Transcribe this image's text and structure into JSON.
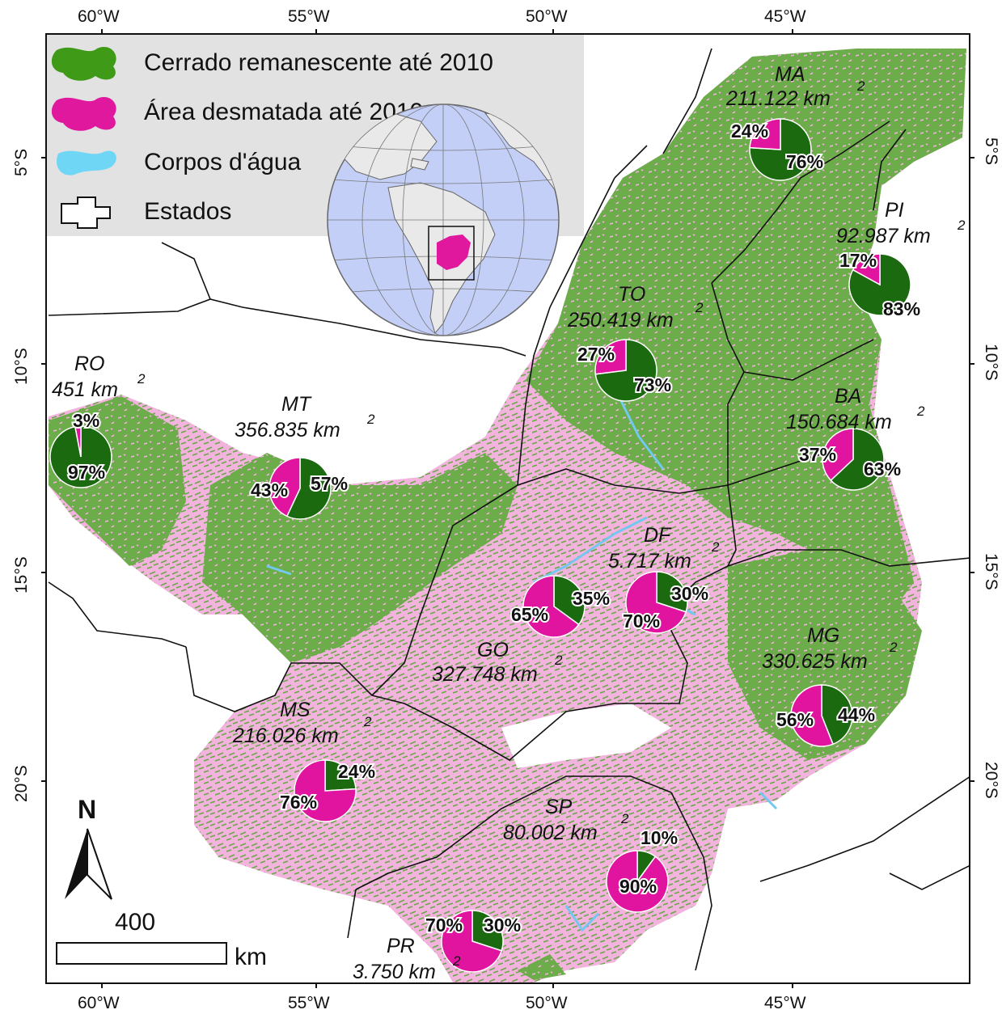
{
  "axes": {
    "top": [
      "60°W",
      "55°W",
      "50°W",
      "45°W"
    ],
    "bottom": [
      "60°W",
      "55°W",
      "50°W",
      "45°W"
    ],
    "left": [
      "5°S",
      "10°S",
      "15°S",
      "20°S"
    ],
    "right": [
      "5°S",
      "10°S",
      "15°S",
      "20°S"
    ]
  },
  "legend": {
    "items": [
      {
        "label": "Cerrado remanescente até 2010",
        "color": "#3f9a18"
      },
      {
        "label": "Área desmatada até 2010",
        "color": "#e0189e"
      },
      {
        "label": "Corpos d'água",
        "color": "#6fd6f5"
      },
      {
        "label": "Estados",
        "color": "#ffffff"
      }
    ]
  },
  "colors": {
    "remaining": "#6cac4a",
    "deforested": "#f2b3dd",
    "water": "#72c8ee",
    "pie_remaining": "#1c6a10",
    "pie_deforested": "#e0149e",
    "globe_ocean": "#c3cff7",
    "globe_land": "#e9e9e9"
  },
  "states": [
    {
      "name": "MA",
      "area": "211.122 km",
      "sup": "2",
      "deforested_pct": 24,
      "remaining_pct": 76,
      "deforested_label": "24%",
      "remaining_label": "76%"
    },
    {
      "name": "PI",
      "area": "92.987 km",
      "sup": "2",
      "deforested_pct": 17,
      "remaining_pct": 83,
      "deforested_label": "17%",
      "remaining_label": "83%"
    },
    {
      "name": "TO",
      "area": "250.419 km",
      "sup": "2",
      "deforested_pct": 27,
      "remaining_pct": 73,
      "deforested_label": "27%",
      "remaining_label": "73%"
    },
    {
      "name": "RO",
      "area": "451 km",
      "sup": "2",
      "deforested_pct": 3,
      "remaining_pct": 97,
      "deforested_label": "3%",
      "remaining_label": "97%"
    },
    {
      "name": "MT",
      "area": "356.835 km",
      "sup": "2",
      "deforested_pct": 43,
      "remaining_pct": 57,
      "deforested_label": "43%",
      "remaining_label": "57%"
    },
    {
      "name": "BA",
      "area": "150.684 km",
      "sup": "2",
      "deforested_pct": 37,
      "remaining_pct": 63,
      "deforested_label": "37%",
      "remaining_label": "63%"
    },
    {
      "name": "DF",
      "area": "5.717 km",
      "sup": "2",
      "deforested_pct": 70,
      "remaining_pct": 30,
      "deforested_label": "70%",
      "remaining_label": "30%"
    },
    {
      "name": "GO",
      "area": "327.748 km",
      "sup": "2",
      "deforested_pct": 65,
      "remaining_pct": 35,
      "deforested_label": "65%",
      "remaining_label": "35%"
    },
    {
      "name": "MG",
      "area": "330.625 km",
      "sup": "2",
      "deforested_pct": 56,
      "remaining_pct": 44,
      "deforested_label": "56%",
      "remaining_label": "44%"
    },
    {
      "name": "MS",
      "area": "216.026 km",
      "sup": "2",
      "deforested_pct": 76,
      "remaining_pct": 24,
      "deforested_label": "76%",
      "remaining_label": "24%"
    },
    {
      "name": "SP",
      "area": "80.002 km",
      "sup": "2",
      "deforested_pct": 90,
      "remaining_pct": 10,
      "deforested_label": "90%",
      "remaining_label": "10%"
    },
    {
      "name": "PR",
      "area": "3.750 km",
      "sup": "2",
      "deforested_pct": 70,
      "remaining_pct": 30,
      "deforested_label": "70%",
      "remaining_label": "30%"
    }
  ],
  "scale": {
    "value": "400",
    "unit": "km"
  },
  "north": {
    "label": "N"
  }
}
